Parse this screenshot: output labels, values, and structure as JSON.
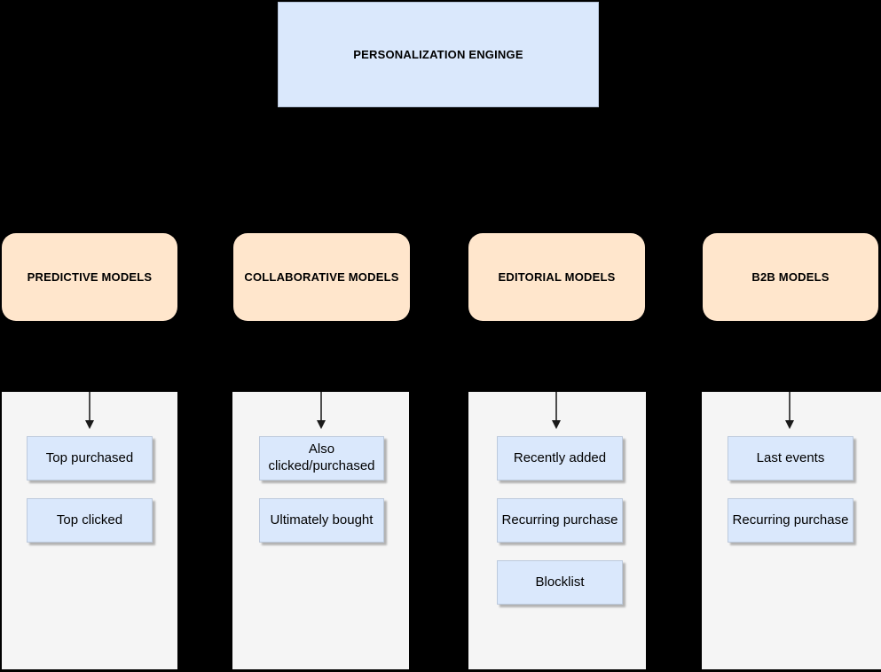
{
  "canvas": {
    "background_color": "#000000"
  },
  "engine": {
    "label": "PERSONALIZATION ENGINGE",
    "fill_color": "#dae8fc"
  },
  "columns": [
    {
      "header": "PREDICTIVE MODELS",
      "items": [
        "Top purchased",
        "Top clicked"
      ]
    },
    {
      "header": "COLLABORATIVE MODELS",
      "items": [
        "Also clicked/purchased",
        "Ultimately bought"
      ]
    },
    {
      "header": "EDITORIAL MODELS",
      "items": [
        "Recently added",
        "Recurring purchase",
        "Blocklist"
      ]
    },
    {
      "header": "B2B MODELS",
      "items": [
        "Last events",
        "Recurring purchase"
      ]
    }
  ],
  "styles": {
    "header_fill_color": "#ffe6cc",
    "item_fill_color": "#dae8fc",
    "panel_fill_color": "#f5f5f5",
    "arrow_color": "#1a1a1a"
  }
}
